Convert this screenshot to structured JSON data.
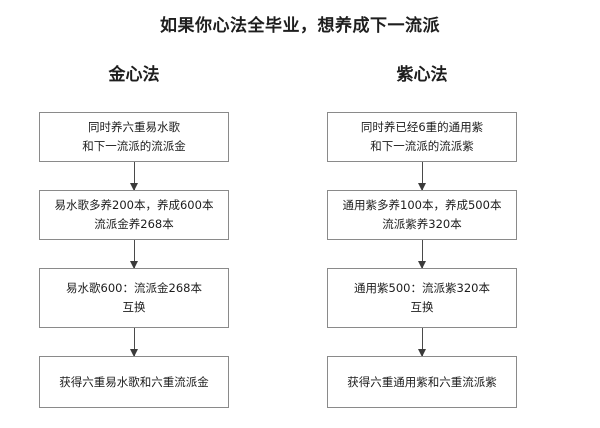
{
  "title": "如果你心法全毕业，想养成下一流派",
  "columns": [
    {
      "header": "金心法",
      "nodes": [
        "同时养六重易水歌\n和下一流派的流派金",
        "易水歌多养200本，养成600本\n流派金养268本",
        "易水歌600：流派金268本\n互换",
        "获得六重易水歌和六重流派金"
      ]
    },
    {
      "header": "紫心法",
      "nodes": [
        "同时养已经6重的通用紫\n和下一流派的流派紫",
        "通用紫多养100本，养成500本\n流派紫养320本",
        "通用紫500：流派紫320本\n互换",
        "获得六重通用紫和六重流派紫"
      ]
    }
  ],
  "colors": {
    "box_border": "#8a8a8a",
    "arrow": "#3b3b3b",
    "text": "#1c1c1c",
    "background": "#ffffff"
  }
}
